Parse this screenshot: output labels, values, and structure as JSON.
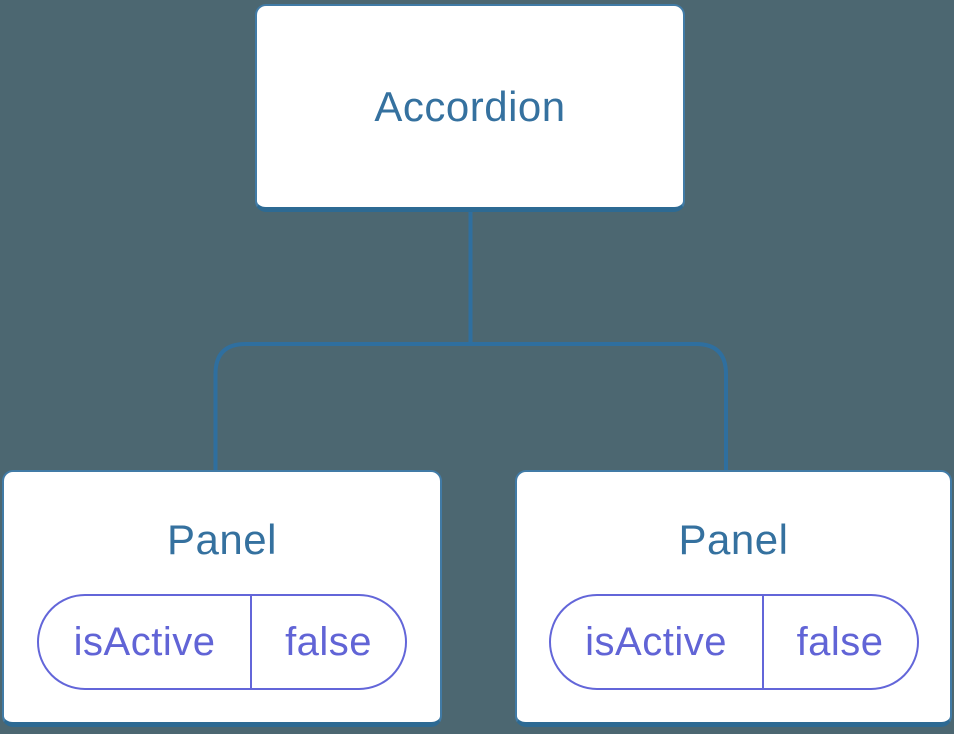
{
  "tree": {
    "root": {
      "label": "Accordion"
    },
    "children": [
      {
        "label": "Panel",
        "state": {
          "name": "isActive",
          "value": "false"
        }
      },
      {
        "label": "Panel",
        "state": {
          "name": "isActive",
          "value": "false"
        }
      }
    ]
  },
  "colors": {
    "background": "#4C6771",
    "connector": "#2F6F9F",
    "node_border": "#417BA6",
    "node_border_bottom": "#2D6A93",
    "node_background": "#FFFFFF",
    "title_text": "#35719F",
    "state_border": "#6366D9",
    "state_text": "#6164D6"
  }
}
